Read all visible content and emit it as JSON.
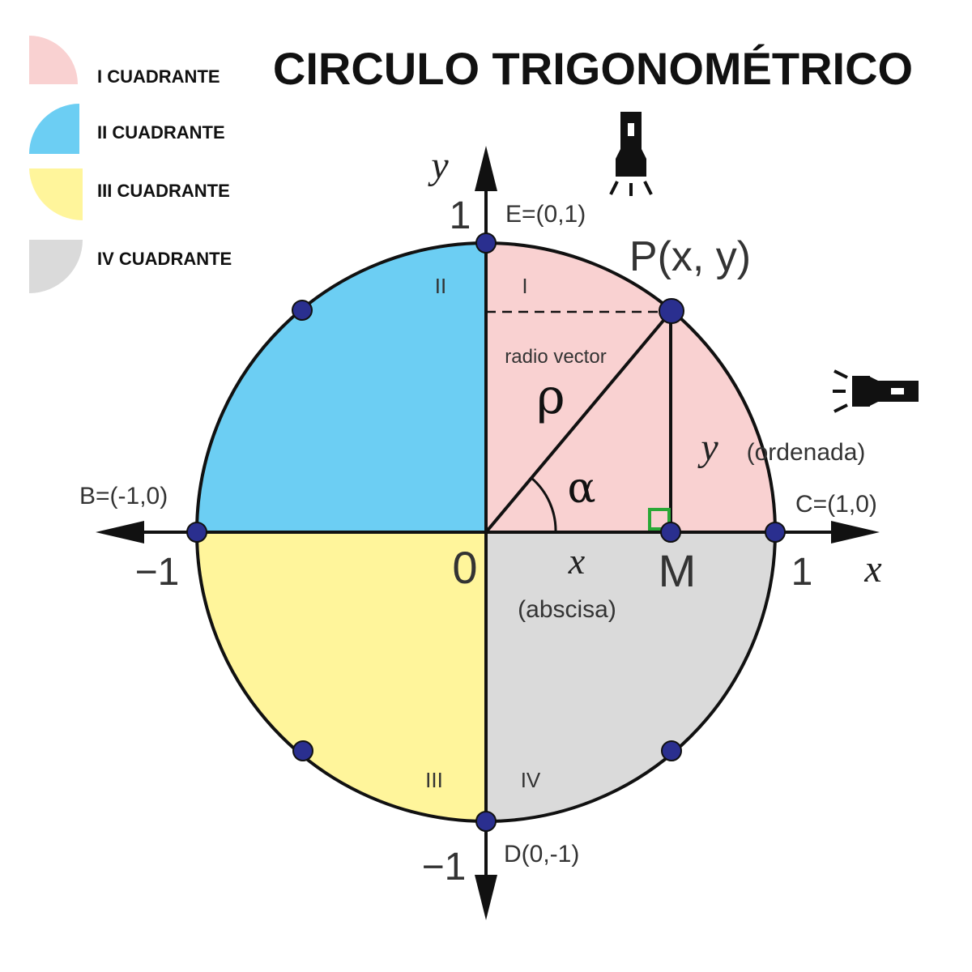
{
  "title": "CIRCULO TRIGONOMÉTRICO",
  "legend": [
    {
      "label": "I CUADRANTE",
      "color": "#f9d1d1"
    },
    {
      "label": "II CUADRANTE",
      "color": "#6ccef3"
    },
    {
      "label": "III CUADRANTE",
      "color": "#fff59b"
    },
    {
      "label": "IV CUADRANTE",
      "color": "#dadada"
    }
  ],
  "axes": {
    "x_name": "x",
    "y_name": "y",
    "origin": "0",
    "x_pos_tick": "1",
    "x_neg_tick": "−1",
    "y_pos_tick": "1",
    "y_neg_tick": "−1"
  },
  "points": {
    "E": "E=(0,1)",
    "B": "B=(-1,0)",
    "C": "C=(1,0)",
    "D": "D(0,-1)",
    "P": "P(x, y)",
    "M": "M"
  },
  "quadrant_numerals": [
    "I",
    "II",
    "III",
    "IV"
  ],
  "labels": {
    "radio_vector": "radio vector",
    "rho": "ρ",
    "alpha": "α",
    "y_segment": "y",
    "ordenada": "(ordenada)",
    "x_segment": "x",
    "abscisa": "(abscisa)"
  },
  "icons": [
    "flashlight-down-icon",
    "flashlight-right-icon"
  ],
  "colors": {
    "q1": "#f9d1d1",
    "q2": "#6ccef3",
    "q3": "#fff59b",
    "q4": "#dadada",
    "point": "#2a2f8f",
    "right_angle": "#2aa836"
  }
}
